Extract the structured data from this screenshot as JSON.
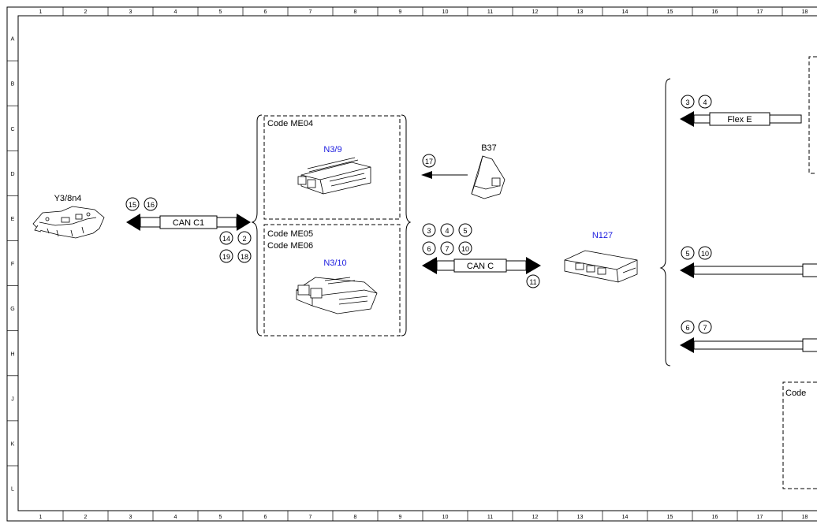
{
  "grid": {
    "columns": [
      "1",
      "2",
      "3",
      "4",
      "5",
      "6",
      "7",
      "8",
      "9",
      "10",
      "11",
      "12",
      "13",
      "14",
      "15",
      "16",
      "17",
      "18"
    ],
    "rows": [
      "A",
      "B",
      "C",
      "D",
      "E",
      "F",
      "G",
      "H",
      "J",
      "K",
      "L"
    ]
  },
  "components": {
    "y3_8n4": "Y3/8n4",
    "n3_9": "N3/9",
    "n3_10": "N3/10",
    "b37": "B37",
    "n127": "N127"
  },
  "code_boxes": {
    "me04": "Code ME04",
    "me05": "Code ME05",
    "me06": "Code ME06",
    "partial": "Code"
  },
  "bus_labels": {
    "can_c1": "CAN C1",
    "can_c": "CAN C",
    "flex_e": "Flex E"
  },
  "signals": {
    "s3a": "3",
    "s4a": "4",
    "s15": "15",
    "s16": "16",
    "s14": "14",
    "s2": "2",
    "s19": "19",
    "s18": "18",
    "s17": "17",
    "s3b": "3",
    "s4b": "4",
    "s5b": "5",
    "s6b": "6",
    "s7b": "7",
    "s10b": "10",
    "s11": "11",
    "s5c": "5",
    "s10c": "10",
    "s6d": "6",
    "s7d": "7"
  },
  "colors": {
    "line": "#000000",
    "highlight_label": "#1a1adf"
  }
}
